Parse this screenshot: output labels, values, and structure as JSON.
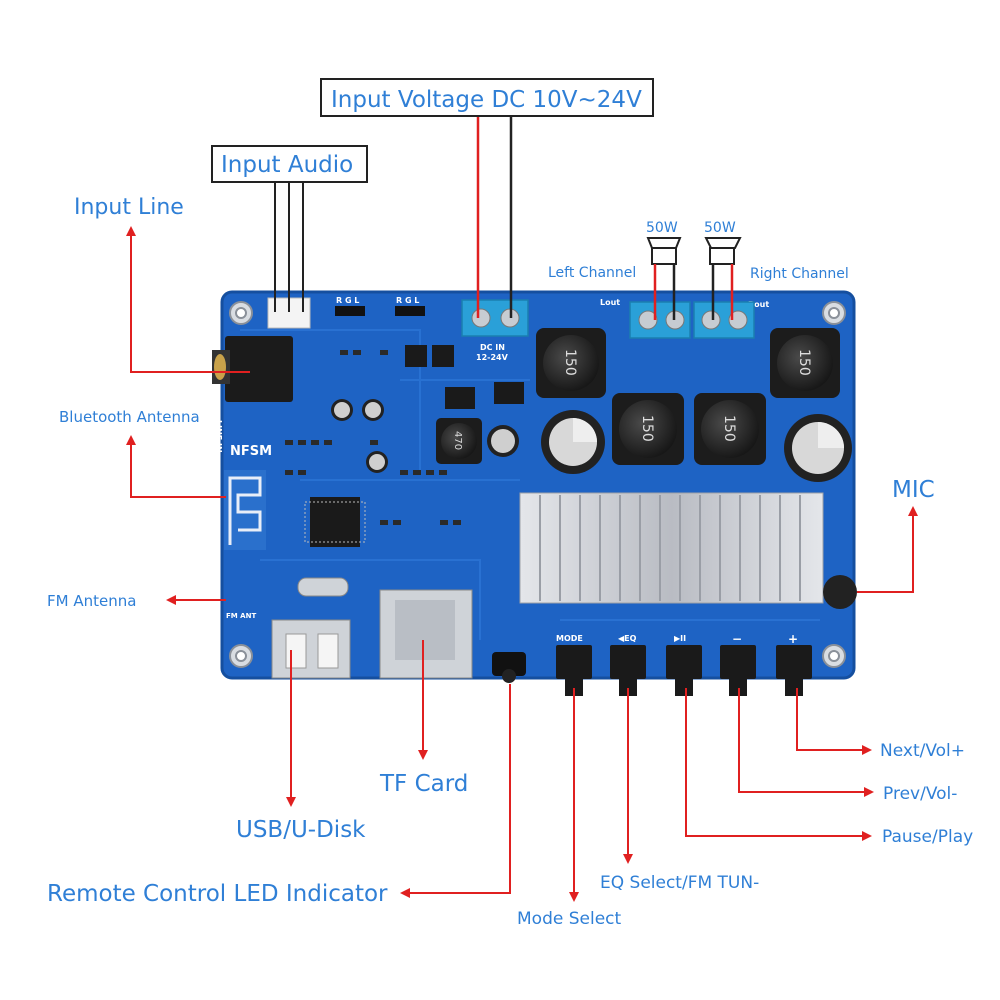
{
  "labels": {
    "input_voltage": "Input Voltage DC 10V~24V",
    "input_audio": "Input Audio",
    "input_line": "Input Line",
    "bluetooth_antenna": "Bluetooth Antenna",
    "fm_antenna": "FM Antenna",
    "left_channel": "Left Channel",
    "right_channel": "Right Channel",
    "speaker_left_power": "50W",
    "speaker_right_power": "50W",
    "mic": "MIC",
    "tf_card": "TF Card",
    "usb_disk": "USB/U-Disk",
    "remote_led": "Remote Control LED Indicator",
    "mode_select": "Mode Select",
    "eq_select": "EQ Select/FM TUN-",
    "pause_play": "Pause/Play",
    "prev_vol": "Prev/Vol-",
    "next_vol": "Next/Vol+"
  },
  "board": {
    "brand": "NFSM",
    "line_in": "LINE IN",
    "rgl_1": "R  G  L",
    "rgl_2": "R  G  L",
    "dc_in": "DC IN",
    "dc_range": "12-24V",
    "lout": "Lout",
    "rout": "Rout",
    "fm_ant": "FM ANT",
    "inductor_value": "150",
    "inductor_small": "470",
    "btn_mode": "MODE",
    "btn_eq": "◀EQ",
    "btn_play": "▶II",
    "btn_minus": "−",
    "btn_plus": "+"
  },
  "colors": {
    "pcb": "#1e63c4",
    "pcb_dark": "#154f9f",
    "arrow": "#e02020",
    "label": "#2f7fd6",
    "terminal": "#2aa0d8",
    "heatsink": "#c9ccd2"
  }
}
